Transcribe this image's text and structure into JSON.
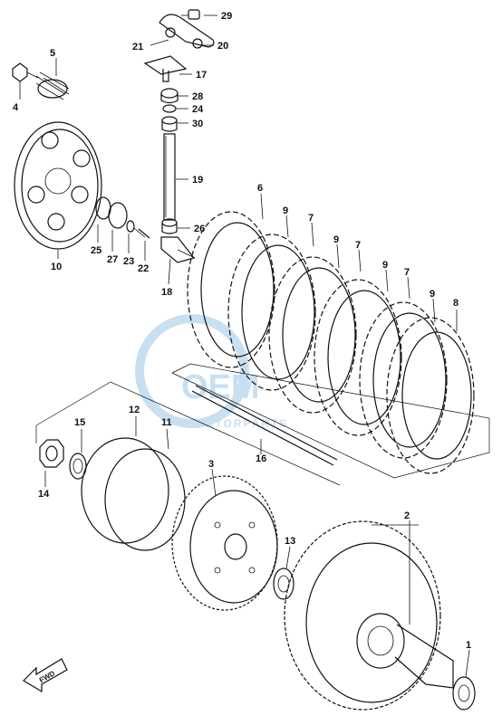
{
  "callouts": {
    "c1": "1",
    "c2": "2",
    "c3": "3",
    "c4": "4",
    "c5": "5",
    "c6": "6",
    "c7a": "7",
    "c7b": "7",
    "c7c": "7",
    "c8": "8",
    "c9a": "9",
    "c9b": "9",
    "c9c": "9",
    "c9d": "9",
    "c10": "10",
    "c11": "11",
    "c12": "12",
    "c13": "13",
    "c14": "14",
    "c15": "15",
    "c16": "16",
    "c17": "17",
    "c18": "18",
    "c19": "19",
    "c20": "20",
    "c21": "21",
    "c22": "22",
    "c23": "23",
    "c24": "24",
    "c25": "25",
    "c26": "26",
    "c27": "27",
    "c28": "28",
    "c29": "29",
    "c30": "30"
  },
  "watermark": {
    "brand": "OEM",
    "sub": "MOTORPARTS"
  },
  "direction_label": "FWD",
  "colors": {
    "line": "#111111",
    "watermark": "#9cc6e4",
    "background": "#ffffff"
  }
}
